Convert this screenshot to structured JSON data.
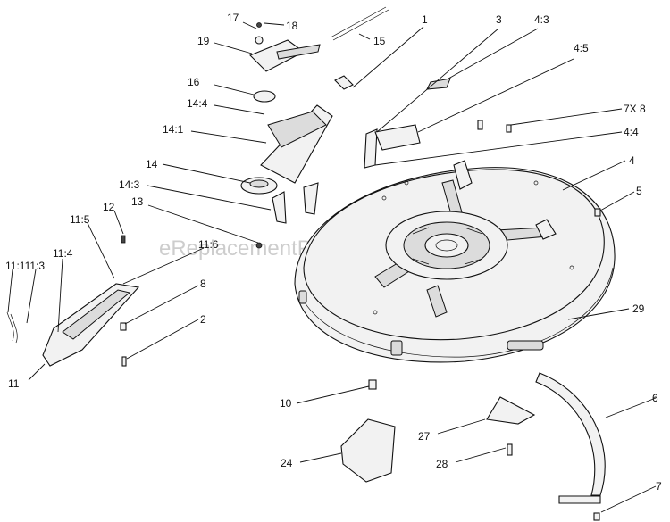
{
  "watermark": "eReplacementParts.com",
  "callouts": [
    {
      "id": "c17",
      "text": "17"
    },
    {
      "id": "c18",
      "text": "18"
    },
    {
      "id": "c1",
      "text": "1"
    },
    {
      "id": "c3",
      "text": "3"
    },
    {
      "id": "c4_3",
      "text": "4:3"
    },
    {
      "id": "c19",
      "text": "19"
    },
    {
      "id": "c15",
      "text": "15"
    },
    {
      "id": "c4_5",
      "text": "4:5"
    },
    {
      "id": "c16",
      "text": "16"
    },
    {
      "id": "c14_4",
      "text": "14:4"
    },
    {
      "id": "c7x8",
      "text": "7X 8"
    },
    {
      "id": "c14_1",
      "text": "14:1"
    },
    {
      "id": "c4_4",
      "text": "4:4"
    },
    {
      "id": "c4",
      "text": "4"
    },
    {
      "id": "c14",
      "text": "14"
    },
    {
      "id": "c14_3",
      "text": "14:3"
    },
    {
      "id": "c5",
      "text": "5"
    },
    {
      "id": "c13",
      "text": "13"
    },
    {
      "id": "c12",
      "text": "12"
    },
    {
      "id": "c11_5",
      "text": "11:5"
    },
    {
      "id": "c11_6",
      "text": "11:6"
    },
    {
      "id": "c11_4",
      "text": "11:4"
    },
    {
      "id": "c11_111_3",
      "text": "11:111:3"
    },
    {
      "id": "c8",
      "text": "8"
    },
    {
      "id": "c29",
      "text": "29"
    },
    {
      "id": "c2",
      "text": "2"
    },
    {
      "id": "c11",
      "text": "11"
    },
    {
      "id": "c10",
      "text": "10"
    },
    {
      "id": "c6",
      "text": "6"
    },
    {
      "id": "c27",
      "text": "27"
    },
    {
      "id": "c28",
      "text": "28"
    },
    {
      "id": "c24",
      "text": "24"
    },
    {
      "id": "c7",
      "text": "7"
    }
  ]
}
